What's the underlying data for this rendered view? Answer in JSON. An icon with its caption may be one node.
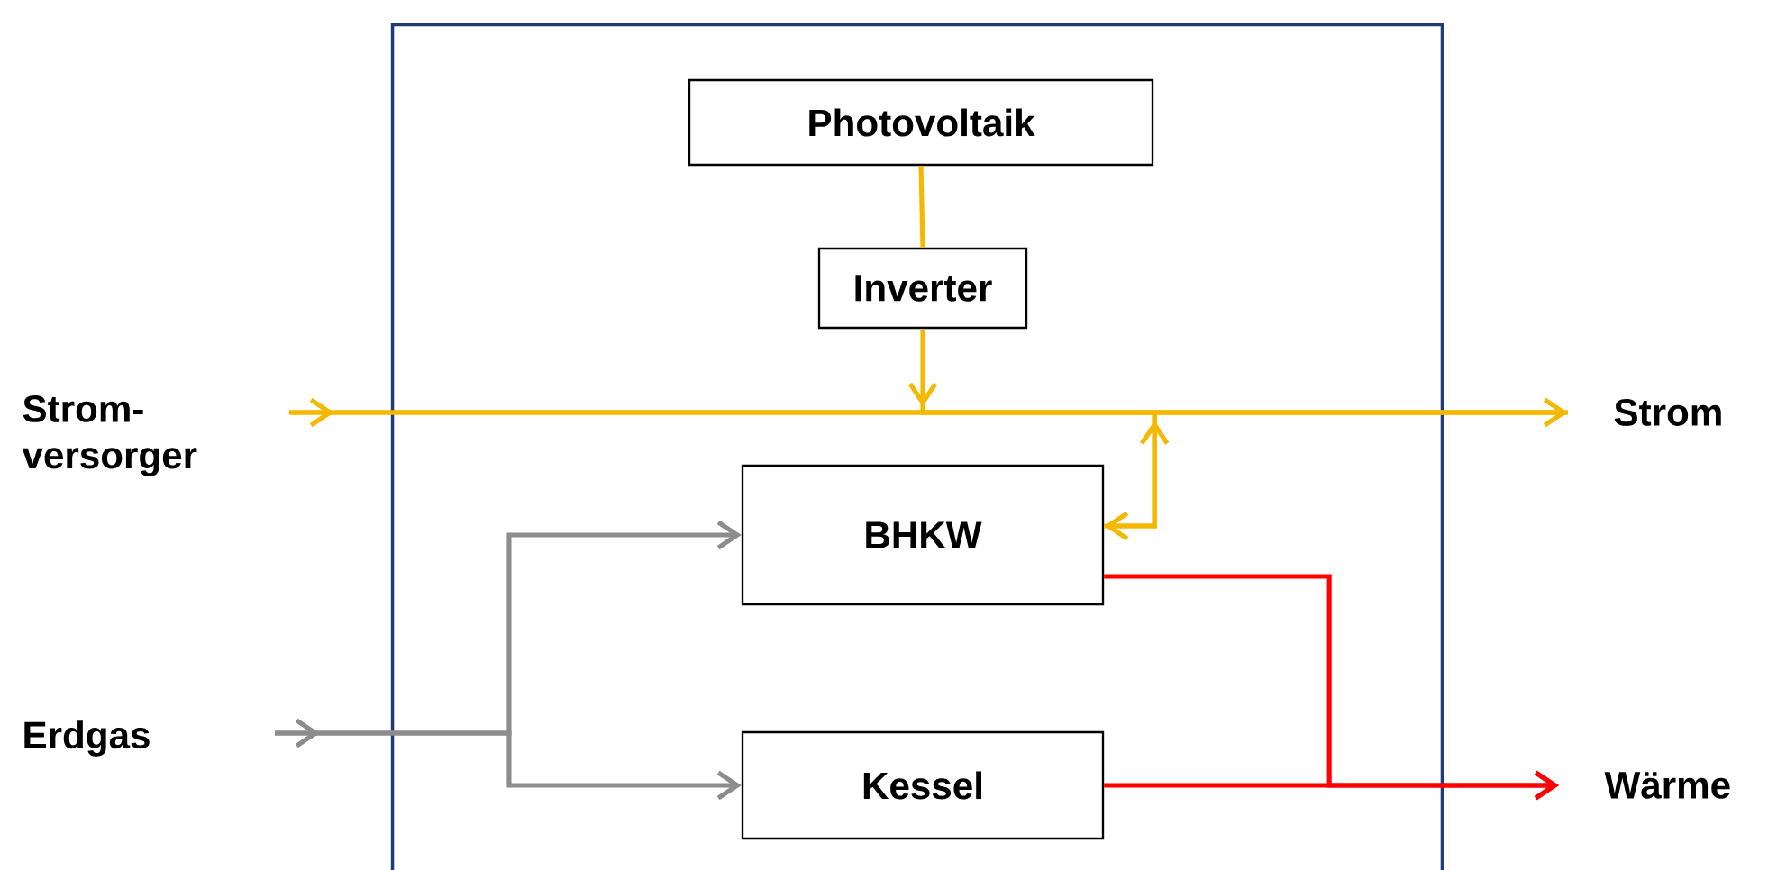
{
  "diagram": {
    "nodes": [
      {
        "text": [],
        "shape": "box"
      },
      {
        "text": [
          "Photovoltaik"
        ],
        "in": 0
      },
      {
        "text": [
          "Inverter"
        ],
        "in": 0
      },
      {
        "text": [
          "Strom- versorger"
        ]
      },
      {
        "text": [
          "Strom"
        ]
      },
      {
        "text": [
          "BHKW"
        ],
        "in": 0
      },
      {
        "text": [
          "Erdgas"
        ]
      },
      {
        "text": [
          "Kessel"
        ],
        "in": 0
      },
      {
        "text": [
          "Wärme"
        ]
      }
    ],
    "edges": [
      {
        "from": 1,
        "to": 2,
        "arrow": "none"
      },
      {
        "from": 3,
        "to": 4,
        "arrow": "to"
      },
      {
        "from": 2,
        "to": 4,
        "arrow": "to"
      },
      {
        "from": 5,
        "to": 4,
        "arrow": "to"
      },
      {
        "from": 3,
        "to": 5,
        "arrow": "to"
      },
      {
        "from": 6,
        "to": 5,
        "arrow": "to",
        "color": "#8c8c8c"
      },
      {
        "from": 6,
        "to": 7,
        "arrow": "to",
        "color": "#8c8c8c"
      },
      {
        "from": 5,
        "to": 8,
        "arrow": "to",
        "color": "#ff0000"
      },
      {
        "from": 7,
        "to": 8,
        "arrow": "to",
        "color": "#ff0000"
      }
    ]
  }
}
